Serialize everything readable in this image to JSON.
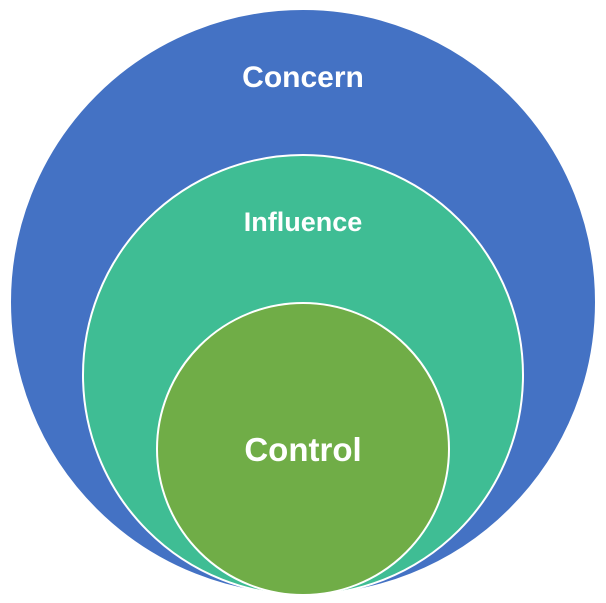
{
  "diagram": {
    "circles": [
      {
        "id": "concern",
        "label": "Concern",
        "color": "#4472C4"
      },
      {
        "id": "influence",
        "label": "Influence",
        "color": "#3FBD94"
      },
      {
        "id": "control",
        "label": "Control",
        "color": "#70AD47"
      }
    ],
    "label_text_color": "#FFFFFF",
    "circle_outline_color": "#FFFFFF"
  }
}
